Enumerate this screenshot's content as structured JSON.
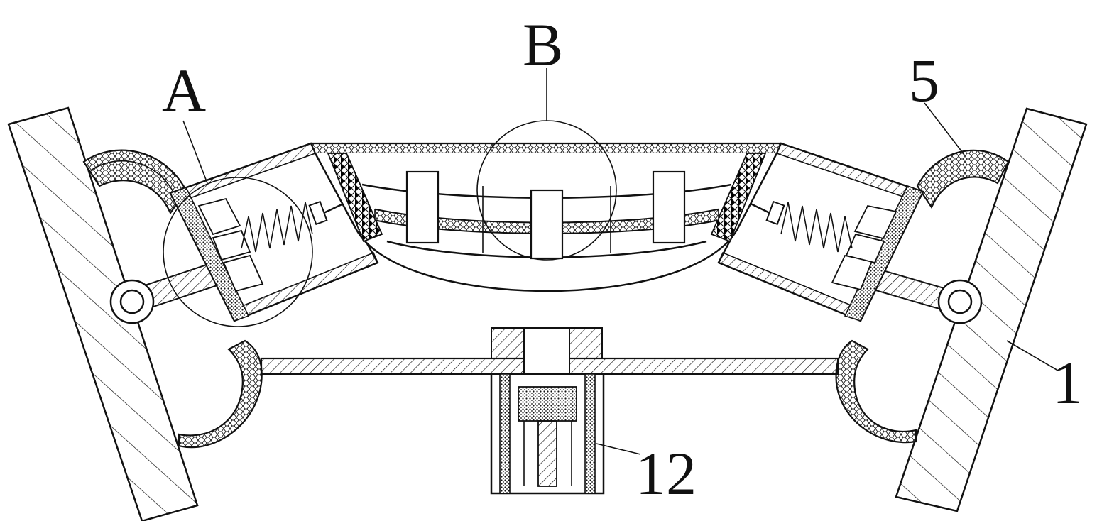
{
  "labels": {
    "a": "A",
    "b": "B",
    "five": "5",
    "one": "1",
    "twelve": "12"
  }
}
